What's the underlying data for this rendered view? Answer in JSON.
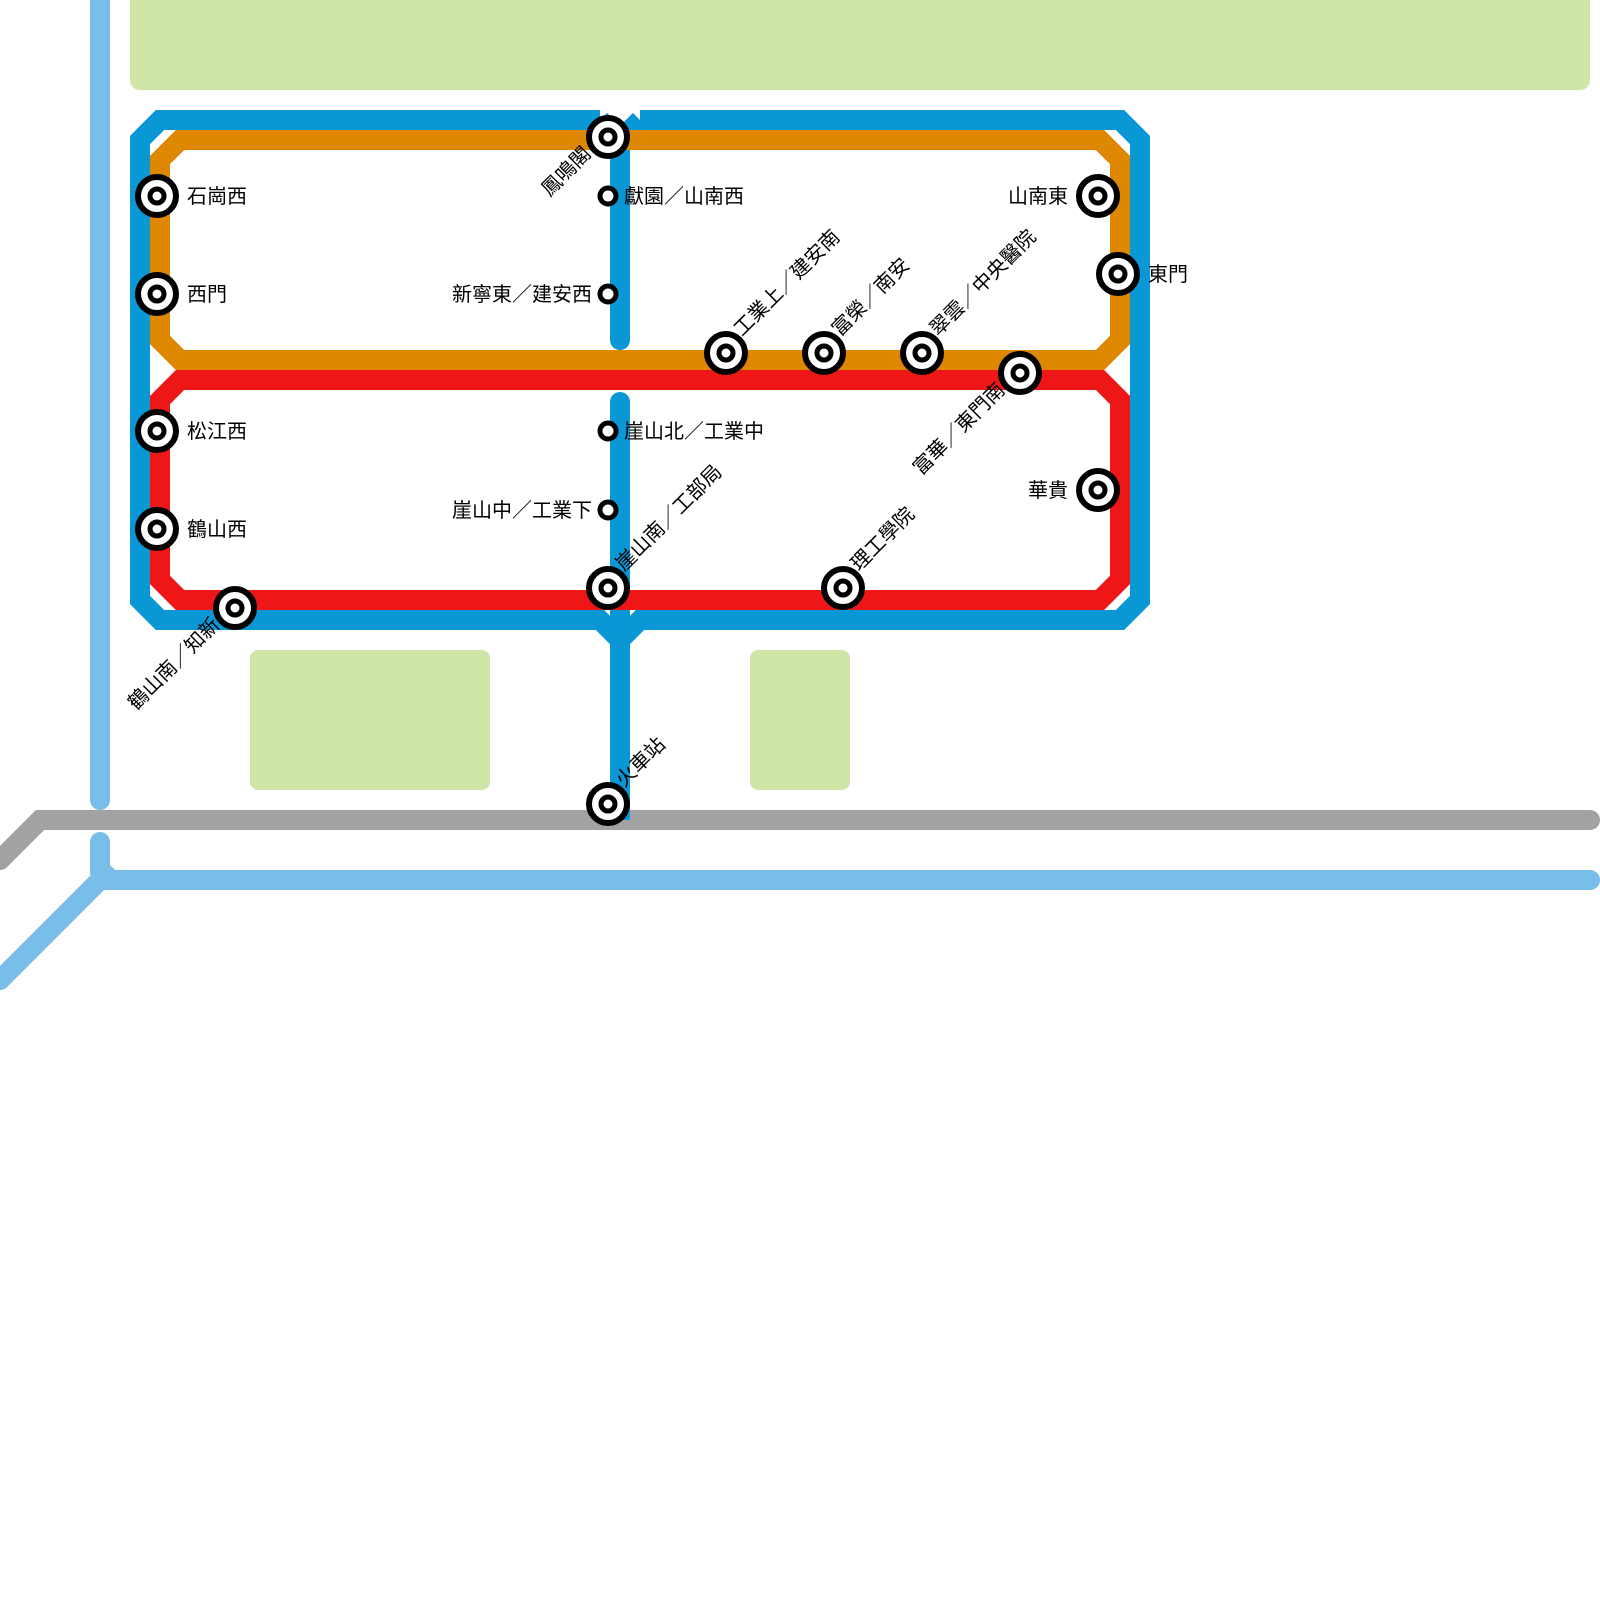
{
  "map": {
    "colors": {
      "park": "#d0e5a8",
      "line_blue": "#0a97d6",
      "line_orange": "#dd8800",
      "line_red": "#ee1616",
      "line_lightblue": "#79bee8",
      "line_gray": "#a2a2a2",
      "station_fill": "#ffffff",
      "station_stroke": "#000000"
    },
    "lines": [
      {
        "id": "blue",
        "name": "blue-line"
      },
      {
        "id": "orange",
        "name": "orange-line"
      },
      {
        "id": "red",
        "name": "red-line"
      },
      {
        "id": "lightblue",
        "name": "light-blue-railway"
      },
      {
        "id": "gray",
        "name": "gray-railway"
      }
    ],
    "stations": {
      "shigang_west": "石崗西",
      "ximen": "西門",
      "songjiang_west": "松江西",
      "heshan_west": "鶴山西",
      "heshan_south": "鶴山南／知新",
      "fengming": "鳳鳴閣",
      "xianyuan": "獻園／山南西",
      "xinning_east": "新寧東／建安西",
      "shannan_east": "山南東",
      "dongmen": "東門",
      "gongye_shang": "工業上／建安南",
      "furong": "富榮／南安",
      "cuiyun": "翠雲／中央醫院",
      "fuhua": "富華／東門南",
      "huagui": "華貴",
      "yashan_north": "崖山北／工業中",
      "yashan_middle": "崖山中／工業下",
      "yashan_south": "崖山南／工部局",
      "ligong": "理工學院",
      "train_station": "火車站"
    }
  }
}
